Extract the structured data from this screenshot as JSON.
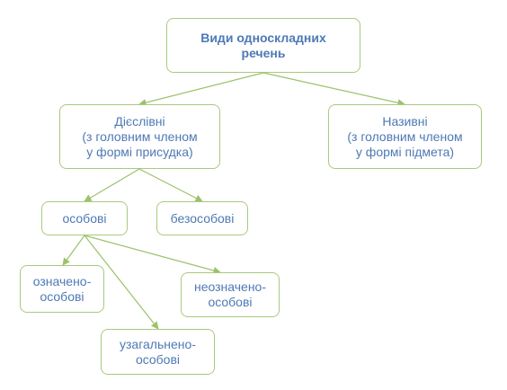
{
  "diagram": {
    "root": "Види односкладних\nречень",
    "verbal": "Дієслівні\n(з головним членом\nу формі присудка)",
    "nominal": "Називні\n(з головним членом\nу формі підмета)",
    "personal": "особові",
    "impersonal": "безособові",
    "definite": "означено-\nособові",
    "indefinite": "неозначено-\nособові",
    "generalized": "узагальнено-\nособові"
  },
  "colors": {
    "text": "#4e79b5",
    "border": "#a9c97e",
    "connector": "#9cc26a",
    "background": "#ffffff"
  }
}
